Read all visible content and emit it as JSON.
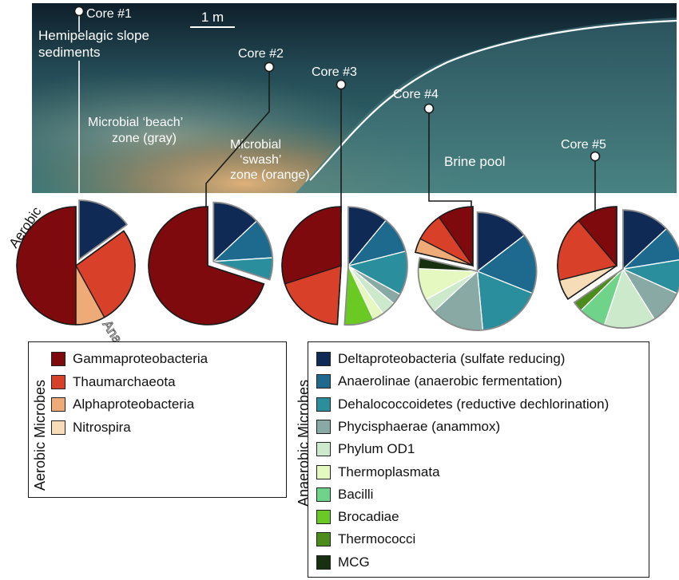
{
  "photo_labels": {
    "core1": "Core #1",
    "core2": "Core #2",
    "core3": "Core #3",
    "core4": "Core #4",
    "core5": "Core #5",
    "scale": "1 m",
    "hemipelagic": [
      "Hemipelagic slope",
      "sediments"
    ],
    "beach": [
      "Microbial ‘beach’",
      "zone (gray)"
    ],
    "swash": [
      "Microbial",
      "‘swash’",
      "zone (orange)"
    ],
    "brine": "Brine pool"
  },
  "side_labels": {
    "aerobic": "Aerobic",
    "anaerobic": "Anaerobic"
  },
  "legend": {
    "aerobic_title": "Aerobic Microbes",
    "anaerobic_title": "Anaerobic Microbes",
    "aerobic": [
      {
        "key": "gamma",
        "label": "Gammaproteobacteria",
        "color": "#7f0a0e"
      },
      {
        "key": "thaum",
        "label": "Thaumarchaeota",
        "color": "#d8402a"
      },
      {
        "key": "alpha",
        "label": "Alphaproteobacteria",
        "color": "#eeab78"
      },
      {
        "key": "nitro",
        "label": "Nitrospira",
        "color": "#f6ddb8"
      }
    ],
    "anaerobic": [
      {
        "key": "delta",
        "label": "Deltaproteobacteria (sulfate reducing)",
        "color": "#102a56"
      },
      {
        "key": "anaero",
        "label": "Anaerolinae (anaerobic fermentation)",
        "color": "#1d6a8e"
      },
      {
        "key": "dehalo",
        "label": "Dehalococcoidetes (reductive dechlorination)",
        "color": "#2a8e9c"
      },
      {
        "key": "phyci",
        "label": "Phycisphaerae (anammox)",
        "color": "#89a9a5"
      },
      {
        "key": "od1",
        "label": "Phylum OD1",
        "color": "#cde9cc"
      },
      {
        "key": "thermo",
        "label": "Thermoplasmata",
        "color": "#e4f8c0"
      },
      {
        "key": "bacilli",
        "label": "Bacilli",
        "color": "#6fd489"
      },
      {
        "key": "broca",
        "label": "Brocadiae",
        "color": "#6ac922"
      },
      {
        "key": "thermococ",
        "label": "Thermococci",
        "color": "#4b8c1d"
      },
      {
        "key": "mcg",
        "label": "MCG",
        "color": "#17300f"
      }
    ]
  },
  "chart_data": {
    "type": "pie",
    "note_start_deg": 0,
    "pies": [
      {
        "core": "Core #1",
        "aerobic": [
          {
            "key": "thaum",
            "value": 27
          },
          {
            "key": "alpha",
            "value": 8
          },
          {
            "key": "gamma",
            "value": 50
          }
        ],
        "anaerobic": [
          {
            "key": "delta",
            "value": 15
          }
        ]
      },
      {
        "core": "Core #2",
        "aerobic": [
          {
            "key": "gamma",
            "value": 70
          }
        ],
        "anaerobic": [
          {
            "key": "delta",
            "value": 13
          },
          {
            "key": "anaero",
            "value": 11
          },
          {
            "key": "dehalo",
            "value": 6
          }
        ]
      },
      {
        "core": "Core #3",
        "aerobic": [
          {
            "key": "thaum",
            "value": 19
          },
          {
            "key": "gamma",
            "value": 30
          }
        ],
        "anaerobic": [
          {
            "key": "delta",
            "value": 11
          },
          {
            "key": "anaero",
            "value": 10
          },
          {
            "key": "dehalo",
            "value": 12
          },
          {
            "key": "phyci",
            "value": 3
          },
          {
            "key": "od1",
            "value": 4
          },
          {
            "key": "thermo",
            "value": 3
          },
          {
            "key": "broca",
            "value": 8
          }
        ]
      },
      {
        "core": "Core #4",
        "aerobic": [
          {
            "key": "alpha",
            "value": 4
          },
          {
            "key": "thaum",
            "value": 8
          },
          {
            "key": "gamma",
            "value": 10
          }
        ],
        "anaerobic": [
          {
            "key": "delta",
            "value": 15
          },
          {
            "key": "anaero",
            "value": 17
          },
          {
            "key": "dehalo",
            "value": 18
          },
          {
            "key": "phyci",
            "value": 15
          },
          {
            "key": "od1",
            "value": 4
          },
          {
            "key": "thermo",
            "value": 9
          },
          {
            "key": "mcg",
            "value": 3
          }
        ]
      },
      {
        "core": "Core #5",
        "aerobic": [
          {
            "key": "nitro",
            "value": 6
          },
          {
            "key": "thaum",
            "value": 19
          },
          {
            "key": "gamma",
            "value": 12
          }
        ],
        "anaerobic": [
          {
            "key": "delta",
            "value": 14
          },
          {
            "key": "anaero",
            "value": 10
          },
          {
            "key": "dehalo",
            "value": 10
          },
          {
            "key": "phyci",
            "value": 10
          },
          {
            "key": "od1",
            "value": 15
          },
          {
            "key": "bacilli",
            "value": 8
          },
          {
            "key": "thermococ",
            "value": 3
          }
        ]
      }
    ]
  }
}
